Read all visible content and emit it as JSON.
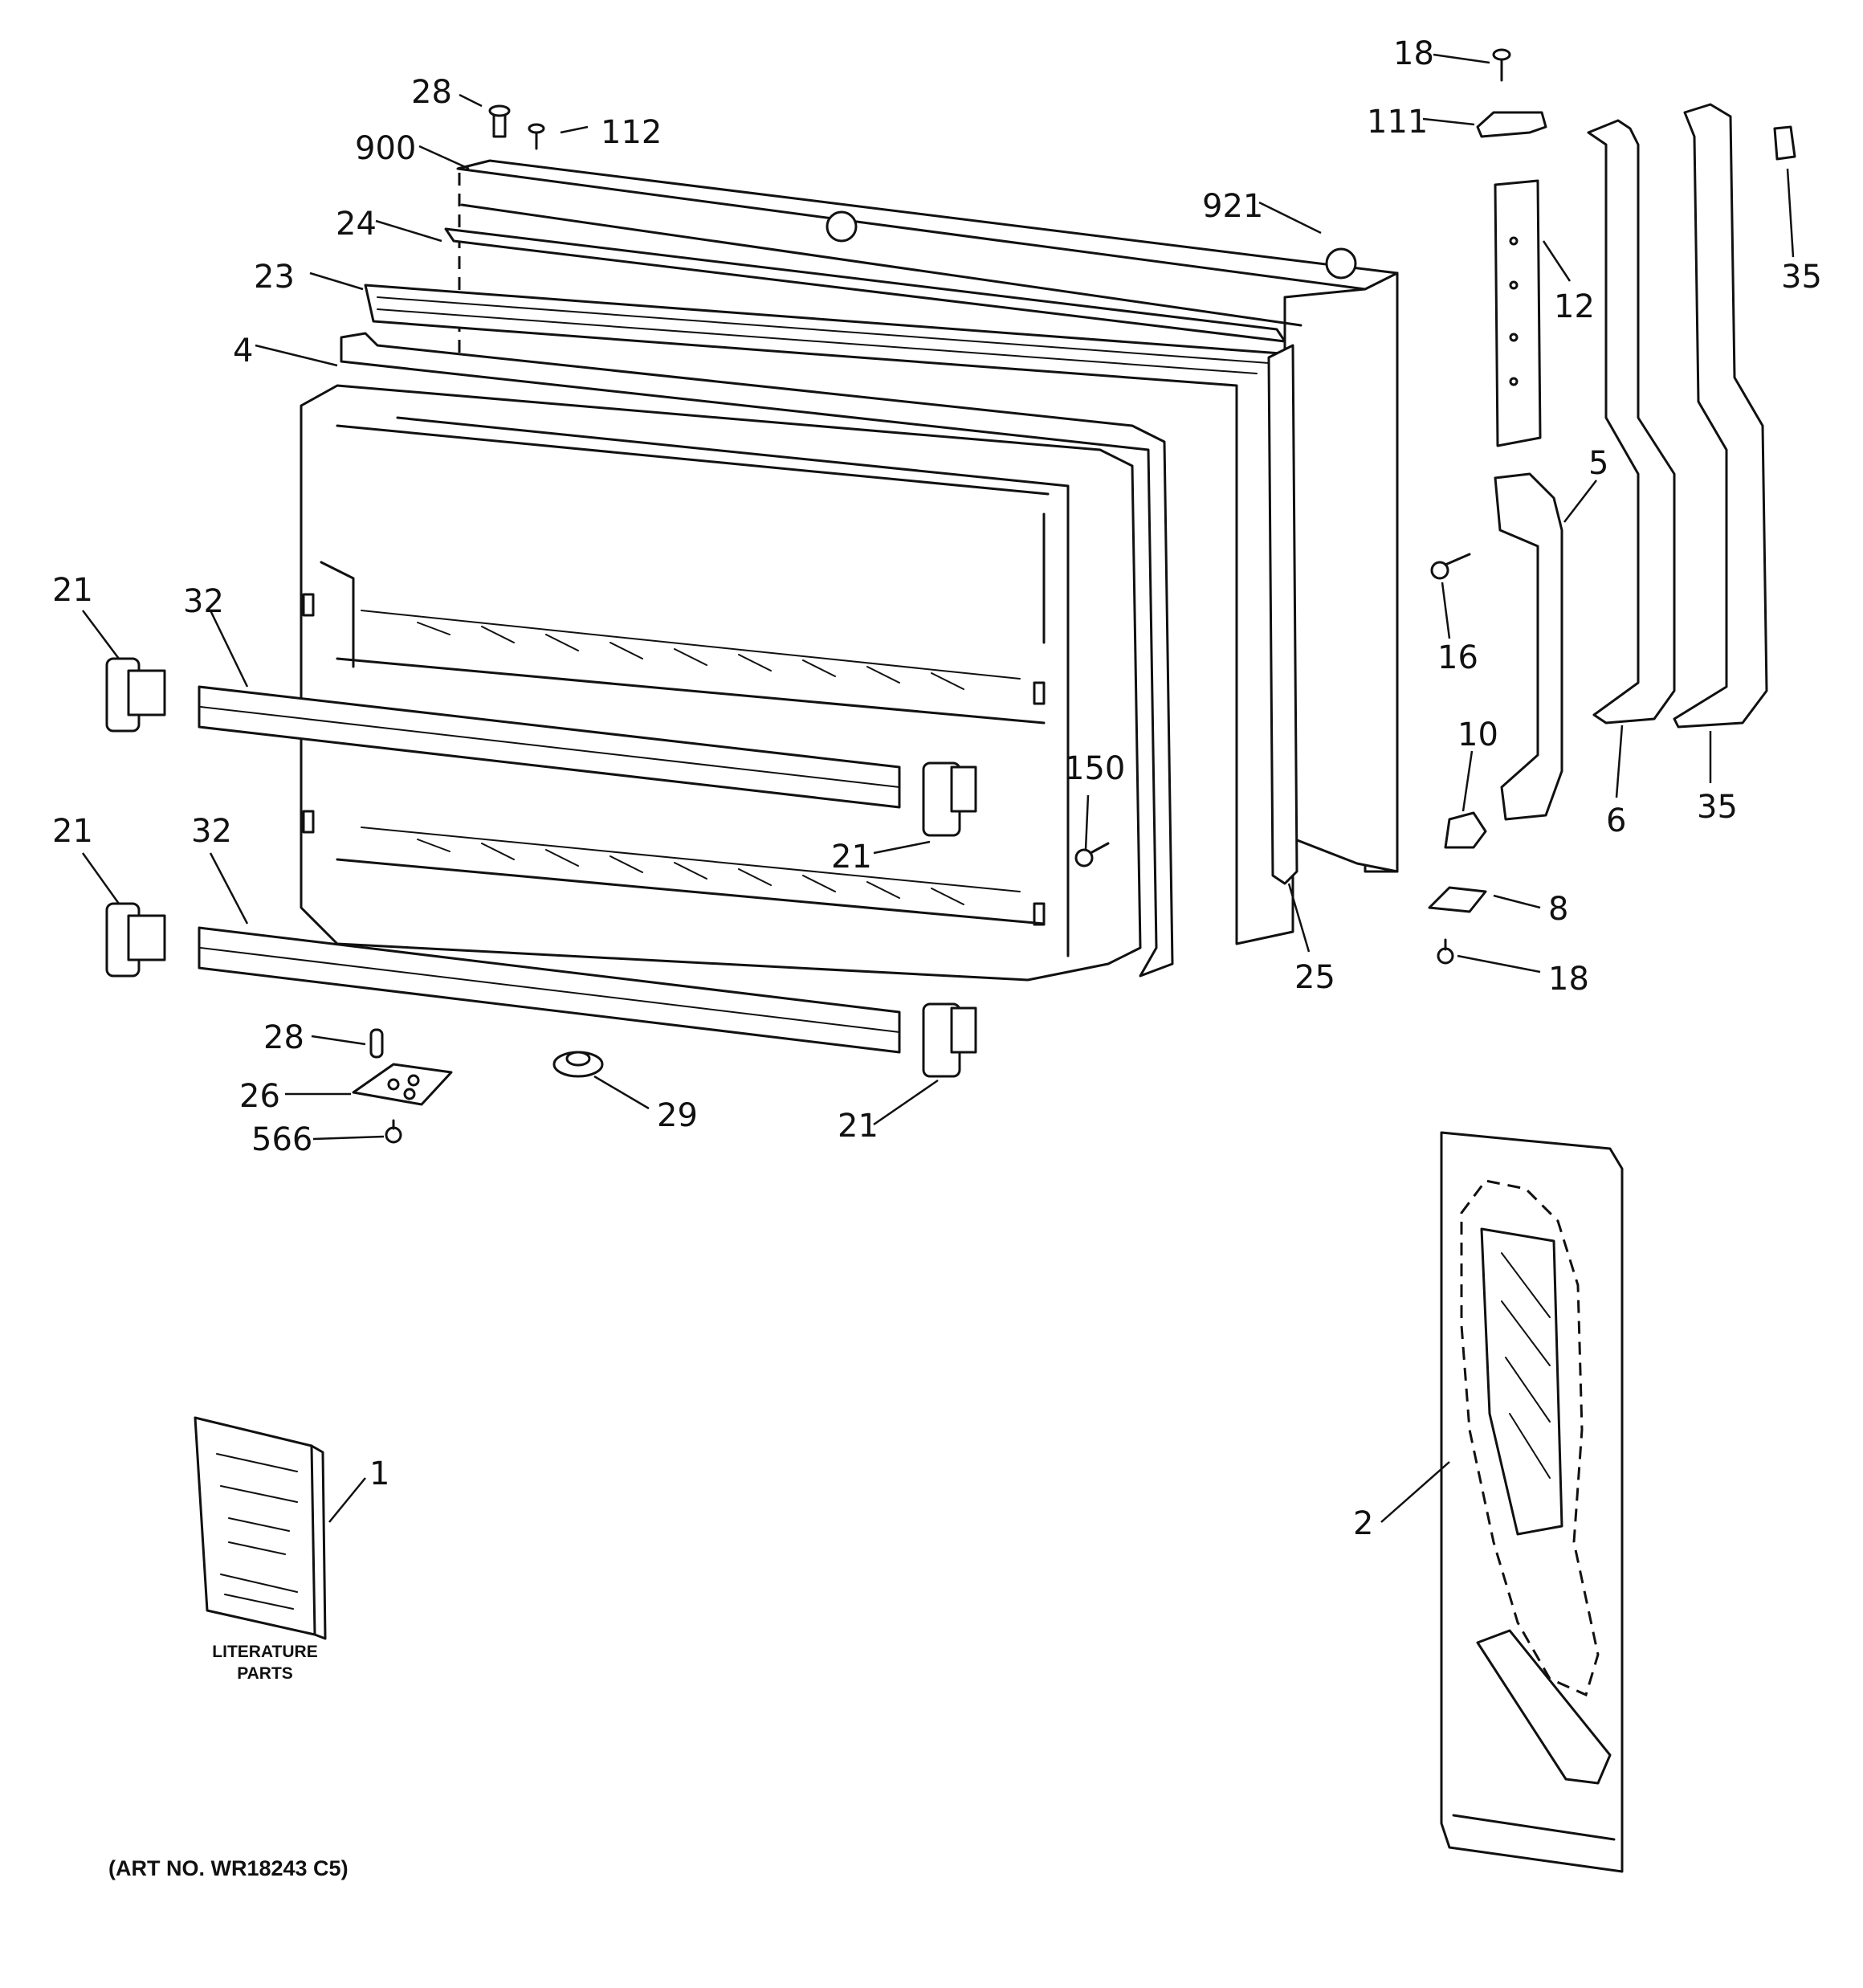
{
  "callouts": [
    {
      "id": "c-28-top",
      "label": "28"
    },
    {
      "id": "c-112",
      "label": "112"
    },
    {
      "id": "c-900",
      "label": "900"
    },
    {
      "id": "c-24",
      "label": "24"
    },
    {
      "id": "c-23",
      "label": "23"
    },
    {
      "id": "c-4",
      "label": "4"
    },
    {
      "id": "c-921",
      "label": "921"
    },
    {
      "id": "c-18-top",
      "label": "18"
    },
    {
      "id": "c-111",
      "label": "111"
    },
    {
      "id": "c-12",
      "label": "12"
    },
    {
      "id": "c-35-top",
      "label": "35"
    },
    {
      "id": "c-5",
      "label": "5"
    },
    {
      "id": "c-16",
      "label": "16"
    },
    {
      "id": "c-10",
      "label": "10"
    },
    {
      "id": "c-6",
      "label": "6"
    },
    {
      "id": "c-35-bottom",
      "label": "35"
    },
    {
      "id": "c-8",
      "label": "8"
    },
    {
      "id": "c-18-bottom",
      "label": "18"
    },
    {
      "id": "c-25",
      "label": "25"
    },
    {
      "id": "c-150",
      "label": "150"
    },
    {
      "id": "c-21-a",
      "label": "21"
    },
    {
      "id": "c-32-a",
      "label": "32"
    },
    {
      "id": "c-21-b",
      "label": "21"
    },
    {
      "id": "c-32-b",
      "label": "32"
    },
    {
      "id": "c-21-c",
      "label": "21"
    },
    {
      "id": "c-21-d",
      "label": "21"
    },
    {
      "id": "c-28-bottom",
      "label": "28"
    },
    {
      "id": "c-26",
      "label": "26"
    },
    {
      "id": "c-566",
      "label": "566"
    },
    {
      "id": "c-29",
      "label": "29"
    },
    {
      "id": "c-1",
      "label": "1"
    },
    {
      "id": "c-2",
      "label": "2"
    }
  ],
  "literature": {
    "line1": "LITERATURE",
    "line2": "PARTS"
  },
  "art_number": "(ART NO. WR18243 C5)"
}
